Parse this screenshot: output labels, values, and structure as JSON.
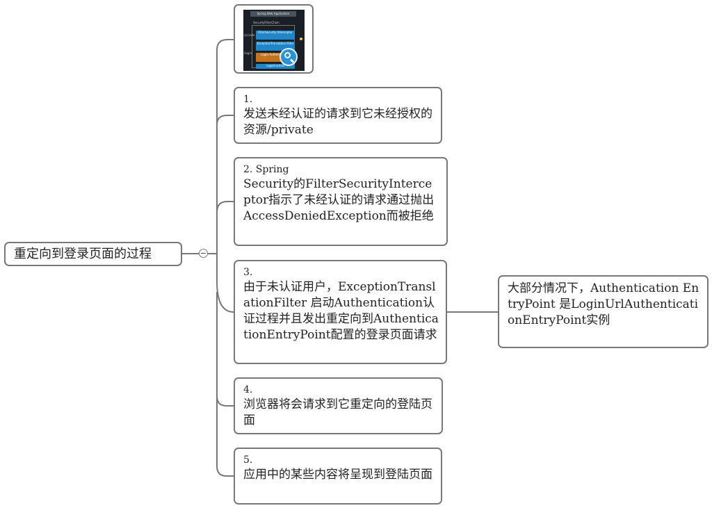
{
  "root": {
    "label": "重定向到登录页面的过程"
  },
  "image_node": {
    "thumbnail": {
      "title": "Spring Web Application",
      "chain_label": "SecurityFilterChain",
      "blocks": [
        "FilterSecurity Interceptor",
        "ExceptionTranslation Filter",
        "Login Authentication",
        "LoginControl"
      ],
      "side_labels": [
        "/private",
        "/login"
      ]
    },
    "icon": "magnifier-icon"
  },
  "steps": [
    {
      "num": "1.",
      "text": "发送未经认证的请求到它未经授权的资源/private"
    },
    {
      "num": "2. Spring",
      "text": "Security的FilterSecurityInterceptor指示了未经认证的请求通过抛出AccessDeniedException而被拒绝"
    },
    {
      "num": "3.",
      "text": "由于未认证用户，ExceptionTranslationFilter 启动Authentication认证过程并且发出重定向到AuthenticationEntryPoint配置的登录页面请求"
    },
    {
      "num": "4.",
      "text": "浏览器将会请求到它重定向的登陆页面"
    },
    {
      "num": "5.",
      "text": "应用中的某些内容将呈现到登陆页面"
    }
  ],
  "step3_child": {
    "text": "大部分情况下，Authentication EntryPoint 是LoginUrlAuthenticationEntryPoint实例"
  },
  "colors": {
    "border": "#777777",
    "connector": "#777777",
    "background": "#ffffff"
  }
}
